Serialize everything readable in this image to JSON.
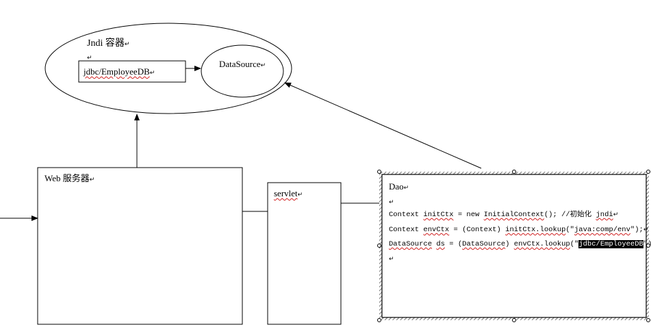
{
  "jndi_container": {
    "title": "Jndi 容器",
    "lookup_name": "jdbc/EmployeeDB",
    "datasource": "DataSource"
  },
  "web_server": {
    "label": "Web 服务器"
  },
  "servlet": {
    "label": "servlet"
  },
  "dao": {
    "title": "Dao",
    "code": {
      "line1": {
        "p1": "Context ",
        "p2": "initCtx",
        "p3": " = new ",
        "p4": "InitialContext",
        "p5": "(); //初始化 ",
        "p6": "jndi"
      },
      "line2": {
        "p1": "Context ",
        "p2": "envCtx",
        "p3": " = (Context) ",
        "p4": "initCtx.lookup",
        "p5": "(\"",
        "p6": "java:comp/env",
        "p7": "\");"
      },
      "line3": {
        "p1": "DataSource",
        "p2": " ",
        "p3": "ds",
        "p4": " = (",
        "p5": "DataSource",
        "p6": ") ",
        "p7": "envCtx.lookup",
        "p8": "(\"",
        "p9": "jdbc/EmployeeDB",
        "p10": "\");"
      }
    }
  },
  "paragraph_mark": "↵"
}
